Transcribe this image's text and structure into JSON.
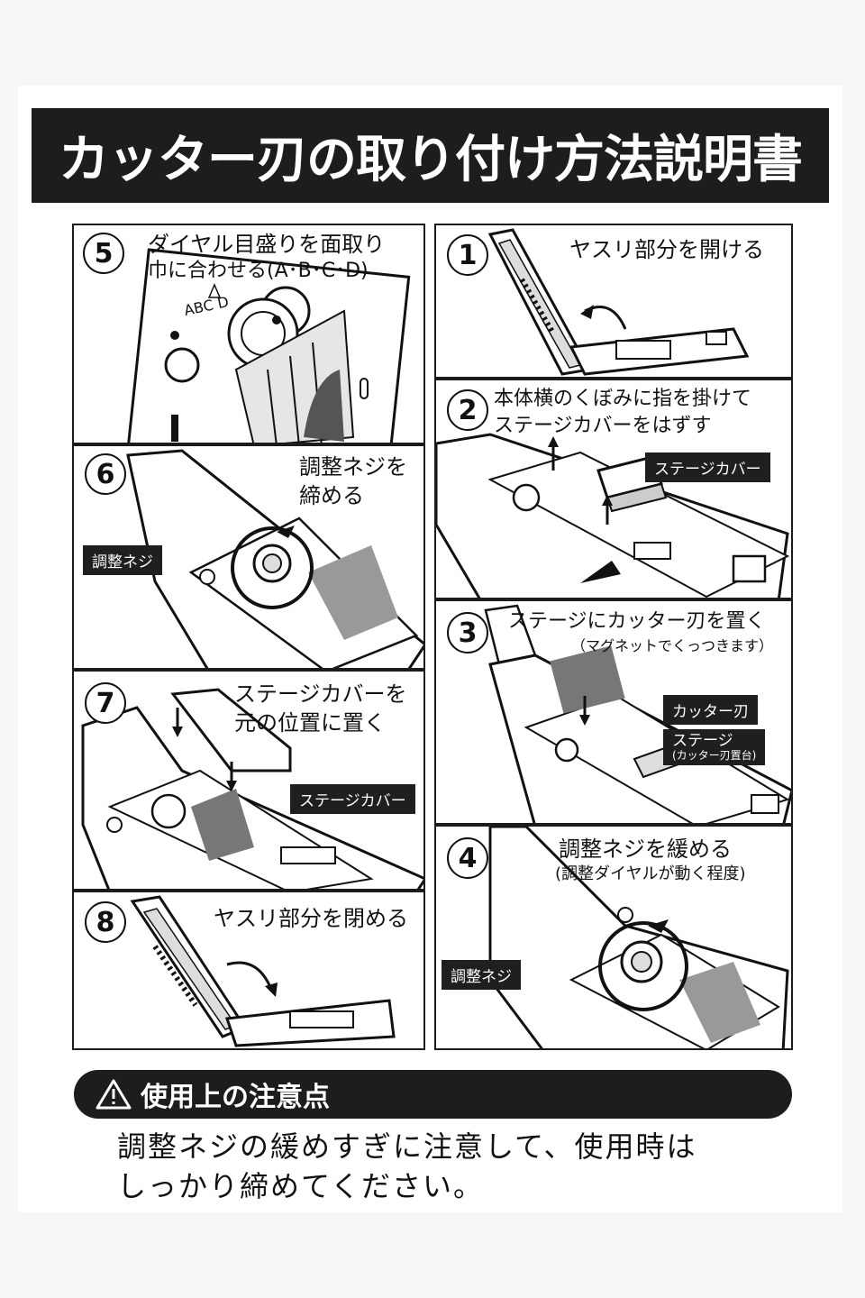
{
  "title": "カッター刃の取り付け方法説明書",
  "steps": {
    "s5": {
      "num": "5",
      "caption_line1": "ダイヤル目盛りを面取り",
      "caption_line2": "巾に合わせる(A･B･C･D)",
      "dial_letters": "ABC D"
    },
    "s1": {
      "num": "1",
      "caption": "ヤスリ部分を開ける"
    },
    "s6": {
      "num": "6",
      "caption_line1": "調整ネジを",
      "caption_line2": "締める",
      "label": "調整ネジ"
    },
    "s2": {
      "num": "2",
      "caption_line1": "本体横のくぼみに指を掛けて",
      "caption_line2": "ステージカバーをはずす",
      "label": "ステージカバー"
    },
    "s3": {
      "num": "3",
      "caption_line1": "ステージにカッター刃を置く",
      "caption_line2": "（マグネットでくっつきます）",
      "label_blade": "カッター刃",
      "label_stage": "ステージ",
      "label_stage_sub": "(カッター刃置台)"
    },
    "s7": {
      "num": "7",
      "caption_line1": "ステージカバーを",
      "caption_line2": "元の位置に置く",
      "label": "ステージカバー"
    },
    "s4": {
      "num": "4",
      "caption_line1": "調整ネジを緩める",
      "caption_line2": "(調整ダイヤルが動く程度)",
      "label": "調整ネジ"
    },
    "s8": {
      "num": "8",
      "caption": "ヤスリ部分を閉める"
    }
  },
  "warning": {
    "heading": "使用上の注意点",
    "icon": "warning-triangle-icon",
    "line1": "調整ネジの緩めすぎに注意して、使用時は",
    "line2": "しっかり締めてください。"
  },
  "colors": {
    "ink": "#1d1d1d",
    "paper": "#ffffff"
  }
}
